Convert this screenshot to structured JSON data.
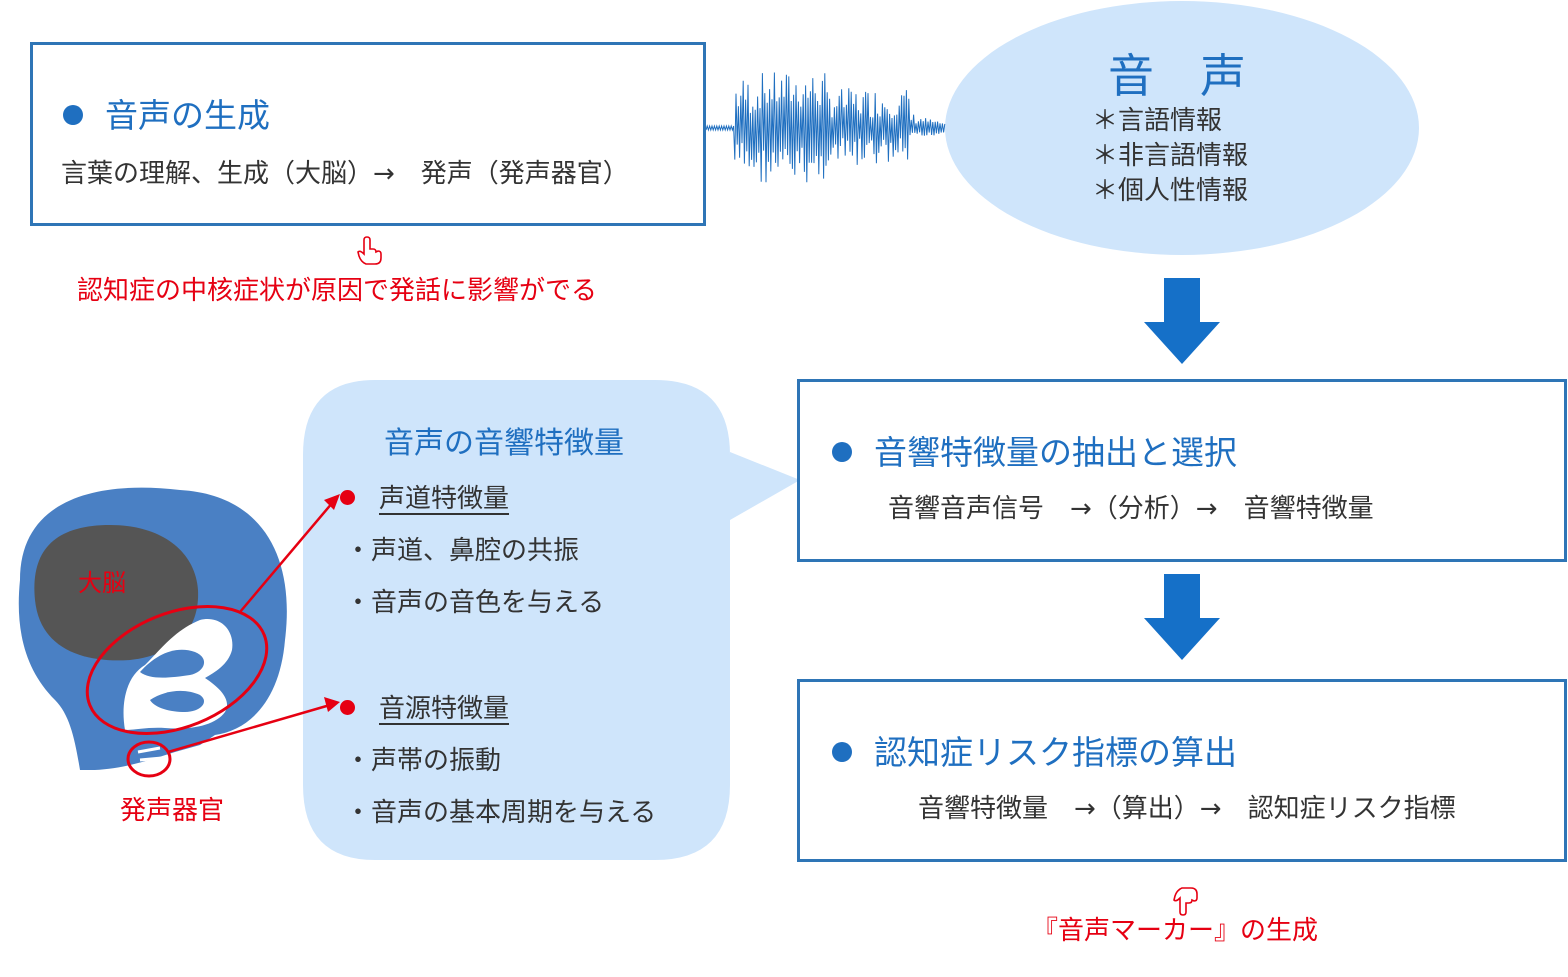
{
  "colors": {
    "accent_blue": "#1f6fc0",
    "border_blue": "#2e75b6",
    "arrow_blue": "#1570c8",
    "light_blue": "#cfe5fb",
    "red": "#e60012",
    "head_blue": "#4a80c4",
    "brain_gray": "#555555"
  },
  "generation_box": {
    "title": "音声の生成",
    "line": "言葉の理解、生成（大脳）→　発声（発声器官）"
  },
  "cause_note": {
    "icon": "pointing-hand-up-icon",
    "text": "認知症の中核症状が原因で発話に影響がでる"
  },
  "voice_bubble": {
    "title": "音　声",
    "items": [
      "＊言語情報",
      "＊非言語情報",
      "＊個人性情報"
    ]
  },
  "waveform": {
    "icon": "speech-waveform-icon"
  },
  "feature_bubble": {
    "title": "音声の音響特徴量",
    "vocal_tract": {
      "title": "声道特徴量",
      "items": [
        "・声道、鼻腔の共振",
        "・音声の音色を与える"
      ]
    },
    "source": {
      "title": "音源特徴量",
      "items": [
        "・声帯の振動",
        "・音声の基本周期を与える"
      ]
    }
  },
  "head_diagram": {
    "brain_label": "大脳",
    "organ_label": "発声器官"
  },
  "extraction_box": {
    "title": "音響特徴量の抽出と選択",
    "line": "音響音声信号　→（分析）→　音響特徴量"
  },
  "risk_box": {
    "title": "認知症リスク指標の算出",
    "line": "音響特徴量　→（算出）→　認知症リスク指標"
  },
  "marker_note": {
    "icon": "pointing-hand-down-icon",
    "text": "『音声マーカー』の生成"
  }
}
